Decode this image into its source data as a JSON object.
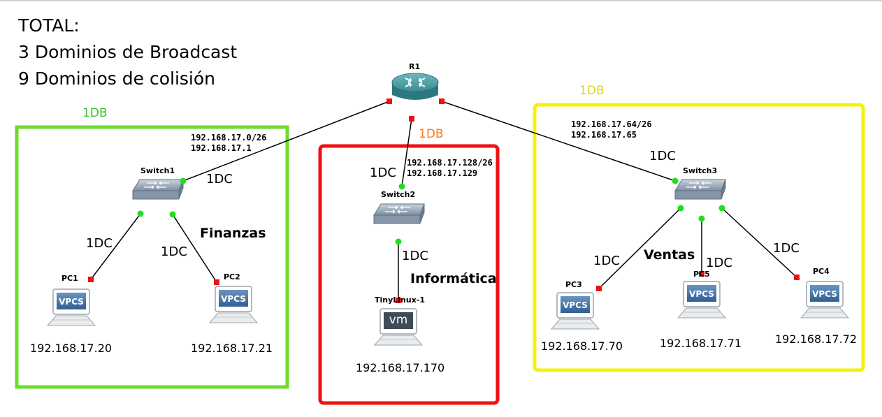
{
  "summary": {
    "title": "TOTAL:",
    "broadcast": "3 Dominios de Broadcast",
    "collision": "9 Dominios de colisión"
  },
  "colors": {
    "finanzas": "#6ddd2c",
    "informatica": "#ee1111",
    "ventas": "#f4f20c",
    "db_finanzas_text": "#36c332",
    "db_informatica_text": "#ff7a1a",
    "db_ventas_text": "#d9d61a",
    "link_up": "#22dd22",
    "link_down": "#ee1111"
  },
  "router": {
    "name": "R1",
    "icon": "router-icon"
  },
  "domains": {
    "finanzas": {
      "db_label": "1DB",
      "zone": "Finanzas",
      "network": "192.168.17.0/26",
      "gateway": "192.168.17.1",
      "switch": "Switch1",
      "uplink_dc": "1DC",
      "hosts": [
        {
          "name": "PC1",
          "type": "VPCS",
          "ip": "192.168.17.20",
          "dc": "1DC"
        },
        {
          "name": "PC2",
          "type": "VPCS",
          "ip": "192.168.17.21",
          "dc": "1DC"
        }
      ]
    },
    "informatica": {
      "db_label": "1DB",
      "zone": "Informática",
      "network": "192.168.17.128/26",
      "gateway": "192.168.17.129",
      "switch": "Switch2",
      "uplink_dc": "1DC",
      "hosts": [
        {
          "name": "TinyLinux-1",
          "type": "vm",
          "ip": "192.168.17.170",
          "dc": "1DC"
        }
      ]
    },
    "ventas": {
      "db_label": "1DB",
      "zone": "Ventas",
      "network": "192.168.17.64/26",
      "gateway": "192.168.17.65",
      "switch": "Switch3",
      "uplink_dc": "1DC",
      "hosts": [
        {
          "name": "PC3",
          "type": "VPCS",
          "ip": "192.168.17.70",
          "dc": "1DC"
        },
        {
          "name": "PC5",
          "type": "VPCS",
          "ip": "192.168.17.71",
          "dc": "1DC"
        },
        {
          "name": "PC4",
          "type": "VPCS",
          "ip": "192.168.17.72",
          "dc": "1DC"
        }
      ]
    }
  }
}
